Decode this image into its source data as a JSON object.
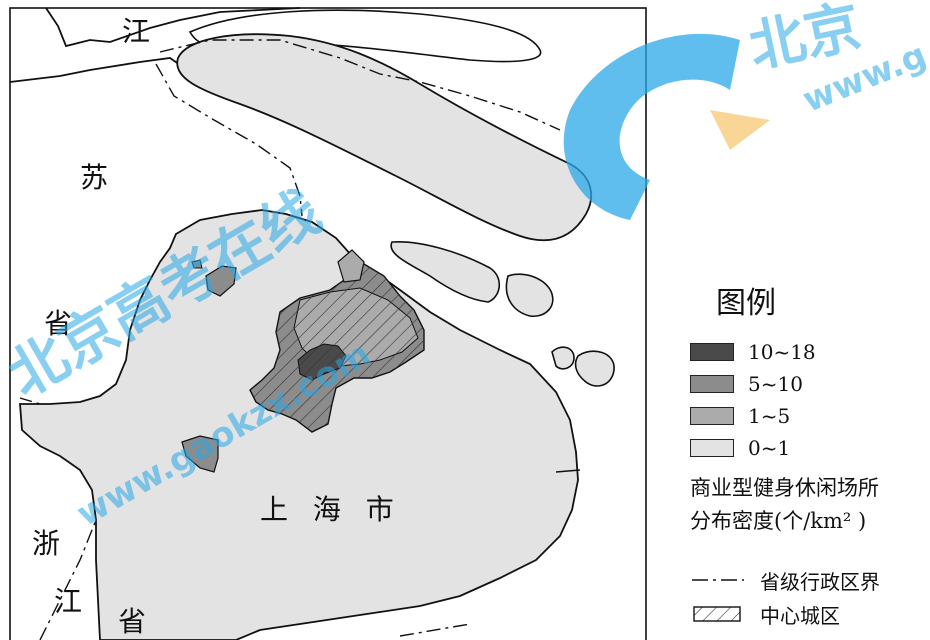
{
  "map": {
    "labels": {
      "jiang_top": "江",
      "su": "苏",
      "sheng_left": "省",
      "shanghai": "上 海 市",
      "zhe": "浙",
      "jiang_bottom": "江",
      "sheng_bottom": "省"
    },
    "colors": {
      "class_10_18": "#4a4a4a",
      "class_5_10": "#8c8c8c",
      "class_1_5": "#ababab",
      "class_0_1": "#e3e3e3"
    }
  },
  "legend": {
    "title": "图例",
    "items": [
      {
        "label": "10~18",
        "color": "#4a4a4a"
      },
      {
        "label": "5~10",
        "color": "#8c8c8c"
      },
      {
        "label": "1~5",
        "color": "#ababab"
      },
      {
        "label": "0~1",
        "color": "#e3e3e3"
      }
    ],
    "caption_line1": "商业型健身休闲场所",
    "caption_line2": "分布密度(个/km² )",
    "boundary_label": "省级行政区界",
    "center_label": "中心城区"
  },
  "watermark": {
    "text_cn": "北京高考在线",
    "url": "www.gaokzx.com",
    "url_top_right": "www.g",
    "cn_top_right": "北京"
  }
}
